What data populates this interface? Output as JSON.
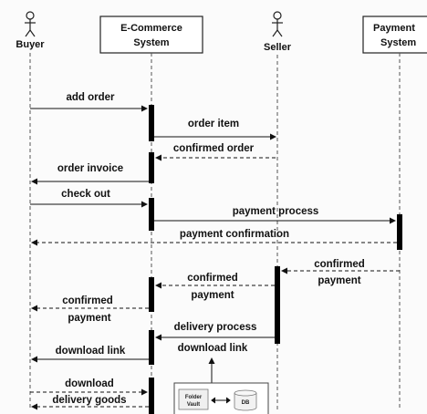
{
  "participants": {
    "buyer": "Buyer",
    "ecommerce_line1": "E-Commerce",
    "ecommerce_line2": "System",
    "seller": "Seller",
    "payment_line1": "Payment",
    "payment_line2": "System"
  },
  "messages": [
    {
      "id": "m1",
      "text": "add order",
      "style": "solid"
    },
    {
      "id": "m2",
      "text": "order item",
      "style": "solid"
    },
    {
      "id": "m3",
      "text": "confirmed order",
      "style": "dashed"
    },
    {
      "id": "m4",
      "text": "order invoice",
      "style": "solid"
    },
    {
      "id": "m5",
      "text": "check out",
      "style": "solid"
    },
    {
      "id": "m6",
      "text": "payment process",
      "style": "solid"
    },
    {
      "id": "m7",
      "text": "payment confirmation",
      "style": "dashed"
    },
    {
      "id": "m8",
      "text": "confirmed",
      "text2": "payment",
      "style": "dashed"
    },
    {
      "id": "m9",
      "text": "confirmed",
      "text2": "payment",
      "style": "dashed"
    },
    {
      "id": "m10",
      "text": "confirmed",
      "text2": "payment",
      "style": "dashed"
    },
    {
      "id": "m11",
      "text": "delivery process",
      "style": "solid"
    },
    {
      "id": "m12",
      "text": "download link",
      "style": "solid"
    },
    {
      "id": "m13",
      "text": "download link",
      "style": "solid"
    },
    {
      "id": "m14",
      "text": "download",
      "style": "dashed"
    },
    {
      "id": "m15",
      "text": "delivery goods",
      "style": "dashed"
    }
  ],
  "storage": {
    "folder_line1": "Folder",
    "folder_line2": "Vault",
    "db": "DB"
  }
}
